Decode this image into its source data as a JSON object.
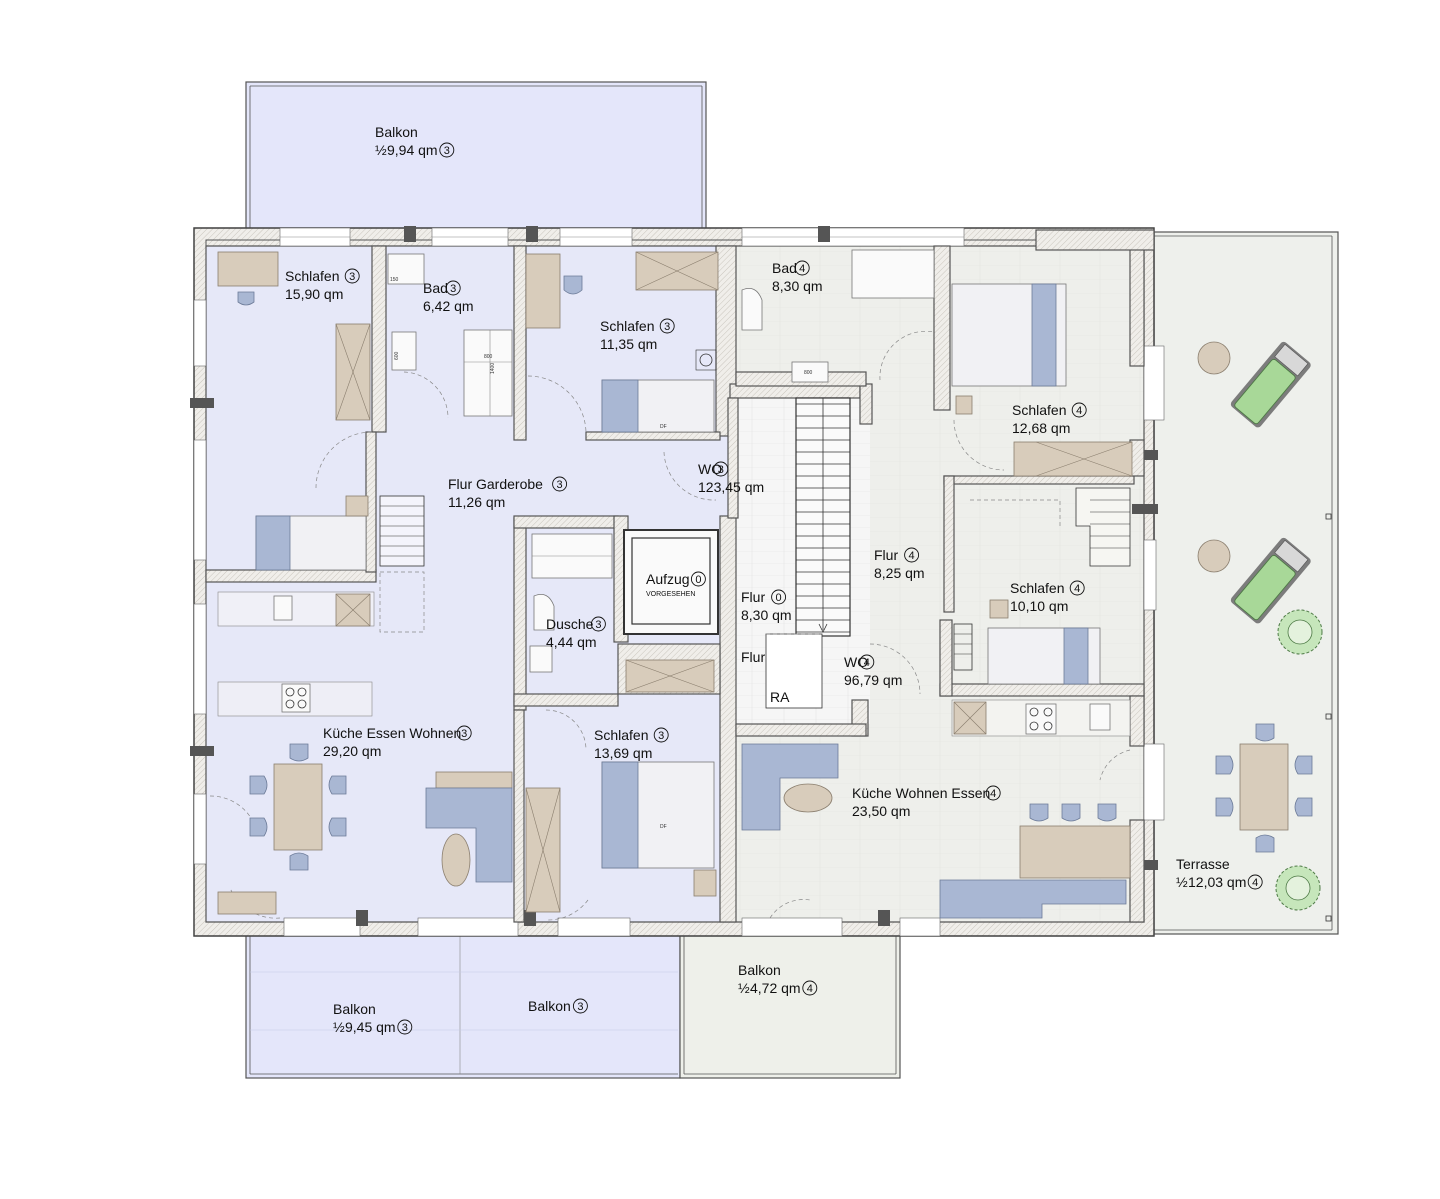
{
  "plan": {
    "rooms": [
      {
        "id": "balkon-top",
        "name": "Balkon",
        "prefix": "½",
        "area": "9,94 qm",
        "unit": "3"
      },
      {
        "id": "schlafen-3a",
        "name": "Schlafen",
        "area": "15,90 qm",
        "unit": "3"
      },
      {
        "id": "bad-3",
        "name": "Bad",
        "area": "6,42 qm",
        "unit": "3"
      },
      {
        "id": "schlafen-3b",
        "name": "Schlafen",
        "area": "11,35 qm",
        "unit": "3"
      },
      {
        "id": "flur-garderobe-3",
        "name": "Flur Garderobe",
        "area": "11,26 qm",
        "unit": "3"
      },
      {
        "id": "wo-3",
        "name": "WO",
        "area": "123,45 qm",
        "unit": "3"
      },
      {
        "id": "aufzug",
        "name": "Aufzug",
        "area": "VORGESEHEN",
        "unit": "0"
      },
      {
        "id": "flur-0",
        "name": "Flur",
        "area": "8,30 qm",
        "unit": "0"
      },
      {
        "id": "dusche-3",
        "name": "Dusche",
        "area": "4,44 qm",
        "unit": "3"
      },
      {
        "id": "kueche-3",
        "name": "Küche Essen Wohnen",
        "area": "29,20 qm",
        "unit": "3"
      },
      {
        "id": "schlafen-3c",
        "name": "Schlafen",
        "area": "13,69 qm",
        "unit": "3"
      },
      {
        "id": "bad-4",
        "name": "Bad",
        "area": "8,30 qm",
        "unit": "4"
      },
      {
        "id": "schlafen-4a",
        "name": "Schlafen",
        "area": "12,68 qm",
        "unit": "4"
      },
      {
        "id": "flur-4",
        "name": "Flur",
        "area": "8,25 qm",
        "unit": "4"
      },
      {
        "id": "schlafen-4b",
        "name": "Schlafen",
        "area": "10,10 qm",
        "unit": "4"
      },
      {
        "id": "wo-4",
        "name": "WO",
        "area": "96,79 qm",
        "unit": "4"
      },
      {
        "id": "kueche-4",
        "name": "Küche Wohnen Essen",
        "area": "23,50 qm",
        "unit": "4"
      },
      {
        "id": "terrasse-4",
        "name": "Terrasse",
        "prefix": "½",
        "area": "12,03 qm",
        "unit": "4"
      },
      {
        "id": "balkon-bl",
        "name": "Balkon",
        "prefix": "½",
        "area": "9,45 qm",
        "unit": "3"
      },
      {
        "id": "balkon-bm",
        "name": "Balkon",
        "unit": "3"
      },
      {
        "id": "balkon-br",
        "name": "Balkon",
        "prefix": "½",
        "area": "4,72 qm",
        "unit": "4"
      }
    ],
    "misc": {
      "flur_small": "Flur",
      "ra": "RA",
      "df1": "DF",
      "df2": "DF",
      "dim_150": "150",
      "dim_800a": "800",
      "dim_1400": "1400",
      "dim_600": "600",
      "dim_800b": "800"
    }
  }
}
